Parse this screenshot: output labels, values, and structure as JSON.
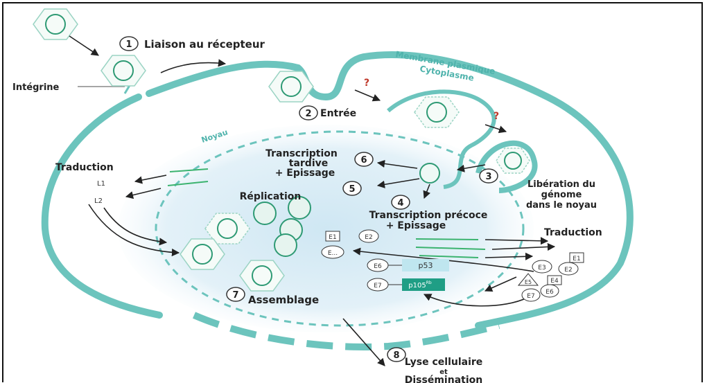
{
  "colors": {
    "membrane": "#6cc4bd",
    "membrane_dark": "#4fb3ac",
    "nucleus_fill": "#d9edf6",
    "capsid_stroke": "#2e9a74",
    "arrow": "#222222",
    "question": "#c0392b",
    "p53_fill": "#bfe6ef",
    "p105_fill": "#1f9e85"
  },
  "labels": {
    "step1": "Liaison au récepteur",
    "step1_num": "1",
    "integrine": "Intégrine",
    "membrane_plasmique": "Membrane plasmique",
    "cytoplasme": "Cytoplasme",
    "step2": "Entrée",
    "step2_num": "2",
    "question_mark": "?",
    "noyau": "Noyau",
    "step3_num": "3",
    "liberation_1": "Libération du",
    "liberation_2": "génome",
    "liberation_3": "dans le noyau",
    "step6_num": "6",
    "transcription_tardive_1": "Transcription",
    "transcription_tardive_2": "tardive",
    "transcription_tardive_3": "+ Epissage",
    "traduction_left": "Traduction",
    "l1": "L1",
    "l2": "L2",
    "step5_num": "5",
    "replication": "Réplication",
    "step4_num": "4",
    "transcription_precoce_1": "Transcription précoce",
    "transcription_precoce_2": "+ Epissage",
    "traduction_right": "Traduction",
    "e1": "E1",
    "e2": "E2",
    "e_small": "E...",
    "e6": "E6",
    "e7": "E7",
    "p53": "p53",
    "p105": "p105",
    "p105_sup": "Rb",
    "r_e1": "E1",
    "r_e2": "E2",
    "r_e3": "E3",
    "r_e4": "E4",
    "r_e5": "E5",
    "r_e6": "E6",
    "r_e7": "E7",
    "step7_num": "7",
    "assemblage": "Assemblage",
    "step8_num": "8",
    "lyse_1": "Lyse cellulaire",
    "lyse_2": "et",
    "lyse_3": "Dissémination"
  }
}
